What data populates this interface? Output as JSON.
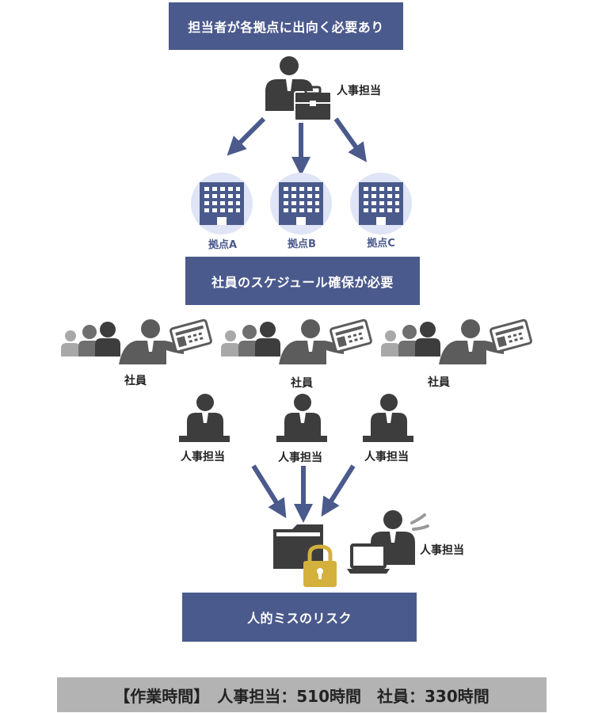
{
  "header": {
    "banner1": "担当者が各拠点に出向く必要あり"
  },
  "top": {
    "hr_label": "人事担当"
  },
  "sites": [
    {
      "label": "拠点A"
    },
    {
      "label": "拠点B"
    },
    {
      "label": "拠点C"
    }
  ],
  "middle": {
    "banner2": "社員のスケジュール確保が必要"
  },
  "employees": [
    {
      "label": "社員"
    },
    {
      "label": "社員"
    },
    {
      "label": "社員"
    }
  ],
  "hr_staff": [
    {
      "label": "人事担当"
    },
    {
      "label": "人事担当"
    },
    {
      "label": "人事担当"
    }
  ],
  "bottom": {
    "hr_label": "人事担当",
    "banner3": "人的ミスのリスク"
  },
  "footer": {
    "text": "【作業時間】　人事担当：510時間　社員：330時間"
  },
  "colors": {
    "accent": "#4b5a8c",
    "person": "#3d3d3d",
    "lock": "#d4b13d",
    "building": "#4b5a8c",
    "halo": "#dfe4f6"
  }
}
